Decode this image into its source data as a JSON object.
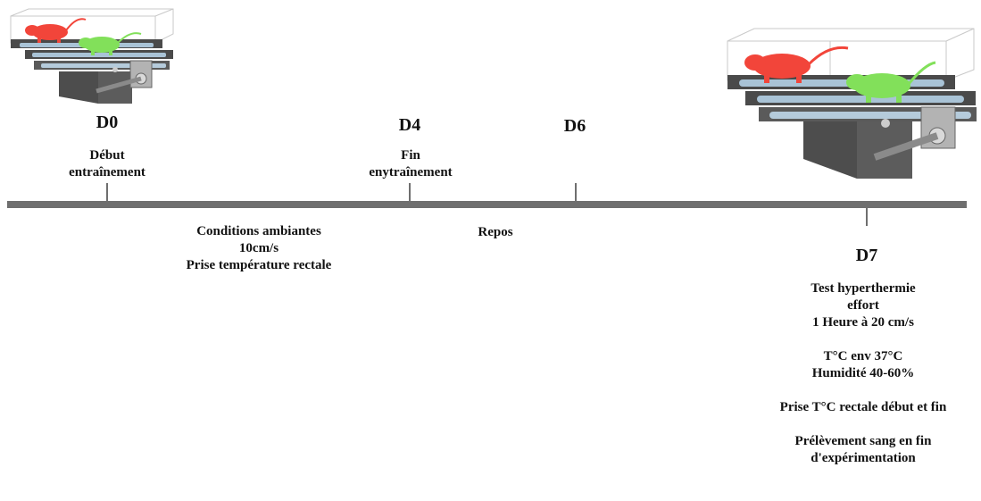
{
  "milestones": {
    "d0": {
      "day": "D0",
      "label_line1": "Début",
      "label_line2": "entraînement"
    },
    "d4": {
      "day": "D4",
      "label_line1": "Fin",
      "label_line2": "enytraînement"
    },
    "d6": {
      "day": "D6"
    },
    "d7": {
      "day": "D7"
    }
  },
  "phases": {
    "training": {
      "line1": "Conditions ambiantes",
      "line2": "10cm/s",
      "line3": "Prise température rectale"
    },
    "rest": {
      "line1": "Repos"
    }
  },
  "test": {
    "line1": "Test hyperthermie",
    "line2": "effort",
    "line3": "1 Heure à 20 cm/s",
    "line4": "T°C env 37°C",
    "line5": "Humidité 40-60%",
    "line6": "Prise T°C rectale début et fin",
    "line7": "Prélèvement sang en fin",
    "line8": "d'expérimentation"
  },
  "colors": {
    "timeline": "#6f6f6f",
    "rat_red": "#f2453a",
    "rat_green": "#82e05a",
    "belt": "#a9c3d6",
    "machine": "#4a4a4a"
  }
}
